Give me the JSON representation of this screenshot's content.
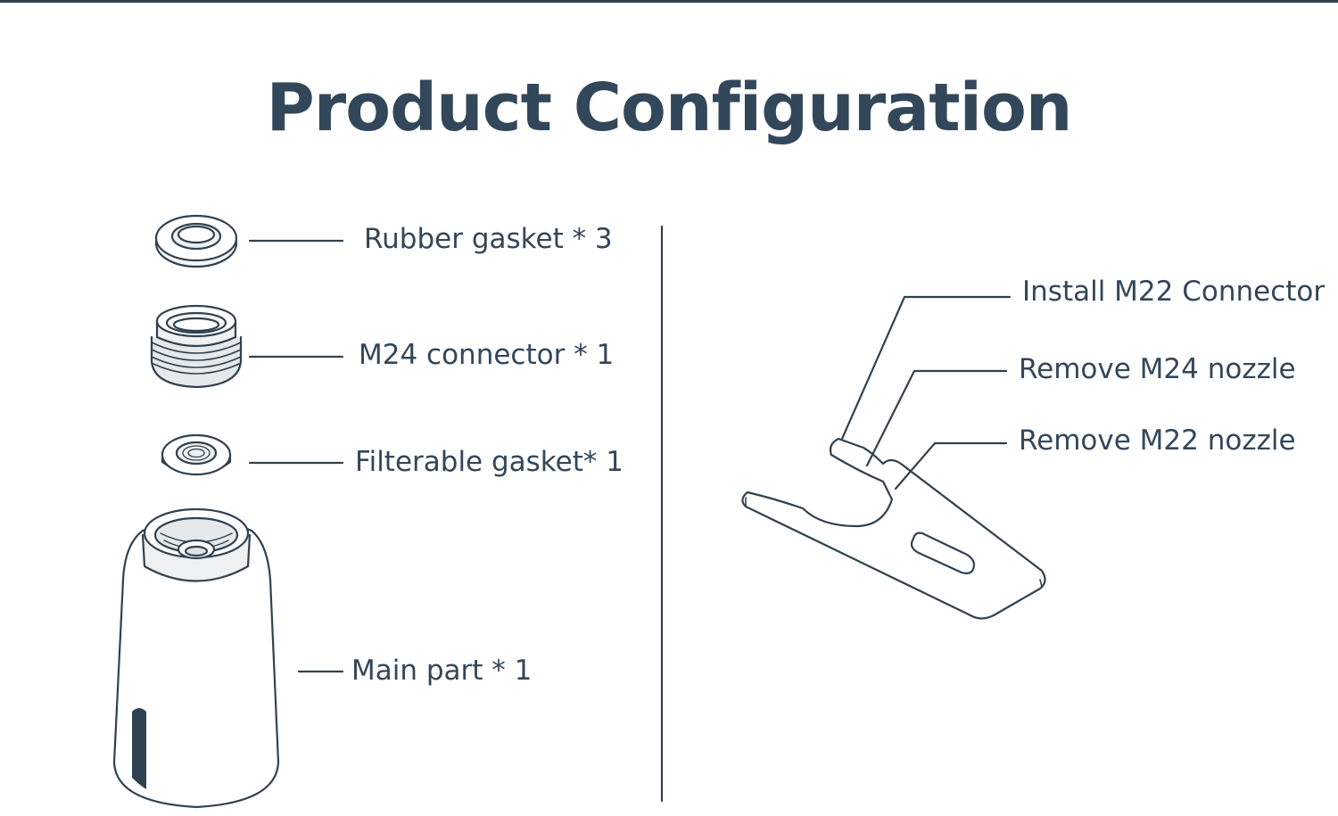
{
  "title": "Product Configuration",
  "parts": [
    {
      "label": "Rubber gasket * 3",
      "icon": "rubber-gasket-icon"
    },
    {
      "label": "M24 connector * 1",
      "icon": "m24-connector-icon"
    },
    {
      "label": "Filterable gasket* 1",
      "icon": "filterable-gasket-icon"
    },
    {
      "label": "Main part * 1",
      "icon": "main-part-icon"
    }
  ],
  "wrench_callouts": [
    {
      "label": "Install M22 Connector"
    },
    {
      "label": "Remove M24 nozzle"
    },
    {
      "label": "Remove M22 nozzle"
    }
  ],
  "colors": {
    "line": "#2f4250",
    "text": "#33475a",
    "fill_light": "#f4f5f6",
    "fill_mid": "#dfe3e6"
  }
}
